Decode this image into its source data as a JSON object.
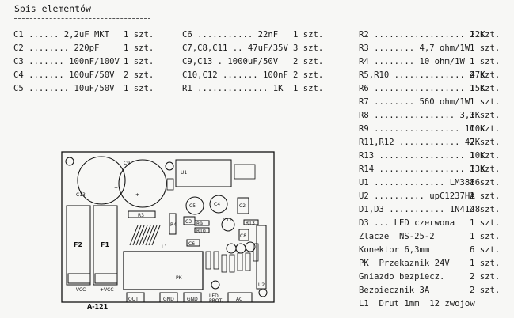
{
  "title": "Spis elementów",
  "parts": [
    {
      "ref": "C1",
      "dots": "......",
      "value": "2,2uF MKT",
      "qty": "1 szt."
    },
    {
      "ref": "C2",
      "dots": "........",
      "value": "220pF",
      "qty": "1 szt."
    },
    {
      "ref": "C3",
      "dots": ".......",
      "value": "100nF/100V",
      "qty": "1 szt."
    },
    {
      "ref": "C4",
      "dots": ".......",
      "value": "100uF/50V",
      "qty": "2 szt."
    },
    {
      "ref": "C5",
      "dots": "........",
      "value": "10uF/50V",
      "qty": "1 szt."
    },
    {
      "ref": "C6",
      "dots": "...........",
      "value": "22nF",
      "qty": "1 szt."
    },
    {
      "ref": "C7,C8,C11",
      "dots": "..",
      "value": "47uF/35V",
      "qty": "3 szt."
    },
    {
      "ref": "C9,C13",
      "dots": ".",
      "value": "1000uF/50V",
      "qty": "2 szt."
    },
    {
      "ref": "C10,C12",
      "dots": ".......",
      "value": "100nF",
      "qty": "2 szt."
    },
    {
      "ref": "R1",
      "dots": "..............",
      "value": "1K",
      "qty": "1 szt."
    },
    {
      "ref": "R2",
      "dots": "..................",
      "value": "22K",
      "qty": "1 szt."
    },
    {
      "ref": "R3",
      "dots": "........",
      "value": "4,7 ohm/1W",
      "qty": "1 szt."
    },
    {
      "ref": "R4",
      "dots": "........",
      "value": "10 ohm/1W",
      "qty": "1 szt."
    },
    {
      "ref": "R5,R10",
      "dots": "..............",
      "value": "47K",
      "qty": "2 szt."
    },
    {
      "ref": "R6",
      "dots": "..................",
      "value": "15K",
      "qty": "1 szt."
    },
    {
      "ref": "R7",
      "dots": "........",
      "value": "560 ohm/1W",
      "qty": "1 szt."
    },
    {
      "ref": "R8",
      "dots": "................",
      "value": "3,3K",
      "qty": "1 szt."
    },
    {
      "ref": "R9",
      "dots": ".................",
      "value": "100K",
      "qty": "1 szt."
    },
    {
      "ref": "R11,R12",
      "dots": "............",
      "value": "47K",
      "qty": "2 szt."
    },
    {
      "ref": "R13",
      "dots": ".................",
      "value": "10K",
      "qty": "1 szt."
    },
    {
      "ref": "R14",
      "dots": ".................",
      "value": "33K",
      "qty": "1 szt."
    },
    {
      "ref": "U1",
      "dots": "..............",
      "value": "LM3886",
      "qty": "1 szt."
    },
    {
      "ref": "U2",
      "dots": "..........",
      "value": "upC1237HA",
      "qty": "1 szt."
    },
    {
      "ref": "D1,D3",
      "dots": "...........",
      "value": "1N4148",
      "qty": "2 szt."
    },
    {
      "ref": "D3",
      "dots": "...",
      "value": "LED czerwona",
      "qty": "1 szt."
    },
    {
      "ref": "Zlacze",
      "dots": "",
      "value": "NS-25-2",
      "qty": "1 szt."
    },
    {
      "ref": "Konektor 6,3mm",
      "dots": "",
      "value": "",
      "qty": "6 szt."
    },
    {
      "ref": "PK",
      "dots": "",
      "value": "Przekaznik 24V",
      "qty": "1 szt."
    },
    {
      "ref": "Gniazdo bezpiecz.",
      "dots": "",
      "value": "",
      "qty": "2 szt."
    },
    {
      "ref": "Bezpiecznik 3A",
      "dots": "",
      "value": "",
      "qty": "2 szt."
    },
    {
      "ref": "L1",
      "dots": "",
      "value": "Drut 1mm  12 zwojow",
      "qty": ""
    }
  ],
  "board": {
    "code": "A-121",
    "labels": {
      "c13": "C13",
      "c9": "C9",
      "u1": "U1",
      "r3": "R3",
      "r4": "R4",
      "c5": "C5",
      "c4": "C4",
      "c2": "C2",
      "c3": "C3",
      "r10": "R10",
      "r9": "R9",
      "c11": "C11",
      "r13": "R13",
      "c8": "C8",
      "c6": "C6",
      "f2": "F2",
      "f1": "F1",
      "l1": "L1",
      "pk": "PK",
      "u2": "U2",
      "led": "LED",
      "vcc_neg": "-VCC",
      "vcc_pos": "+VCC",
      "out": "OUT",
      "gnd1": "GND",
      "gnd2": "GND",
      "prot": "PROT.",
      "ac": "AC"
    }
  }
}
